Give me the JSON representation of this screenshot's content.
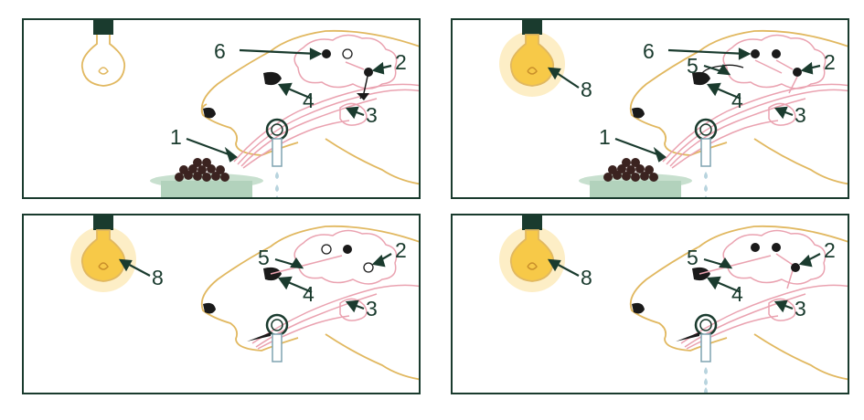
{
  "colors": {
    "frame": "#1a3b2e",
    "outline": "#e1b860",
    "nerve": "#eaa2b0",
    "arrow": "#1a3b2e",
    "bulb_glow": "#f7c948",
    "drop": "#b8d4de",
    "bowl": "#c8e0cf",
    "food": "#3b2320"
  },
  "icons": [
    "light-bulb-icon",
    "food-bowl-icon",
    "saliva-tube-icon",
    "neuron-dot-icon"
  ],
  "panels": [
    {
      "bulb_on": false,
      "food": true,
      "saliva": true,
      "labels": [
        "1",
        "2",
        "3",
        "4",
        "6"
      ]
    },
    {
      "bulb_on": true,
      "food": true,
      "saliva": true,
      "labels": [
        "1",
        "2",
        "3",
        "4",
        "5",
        "6",
        "8"
      ]
    },
    {
      "bulb_on": true,
      "food": false,
      "saliva": false,
      "labels": [
        "2",
        "3",
        "4",
        "5",
        "8"
      ]
    },
    {
      "bulb_on": true,
      "food": false,
      "saliva": true,
      "labels": [
        "2",
        "3",
        "4",
        "5",
        "8"
      ]
    }
  ]
}
